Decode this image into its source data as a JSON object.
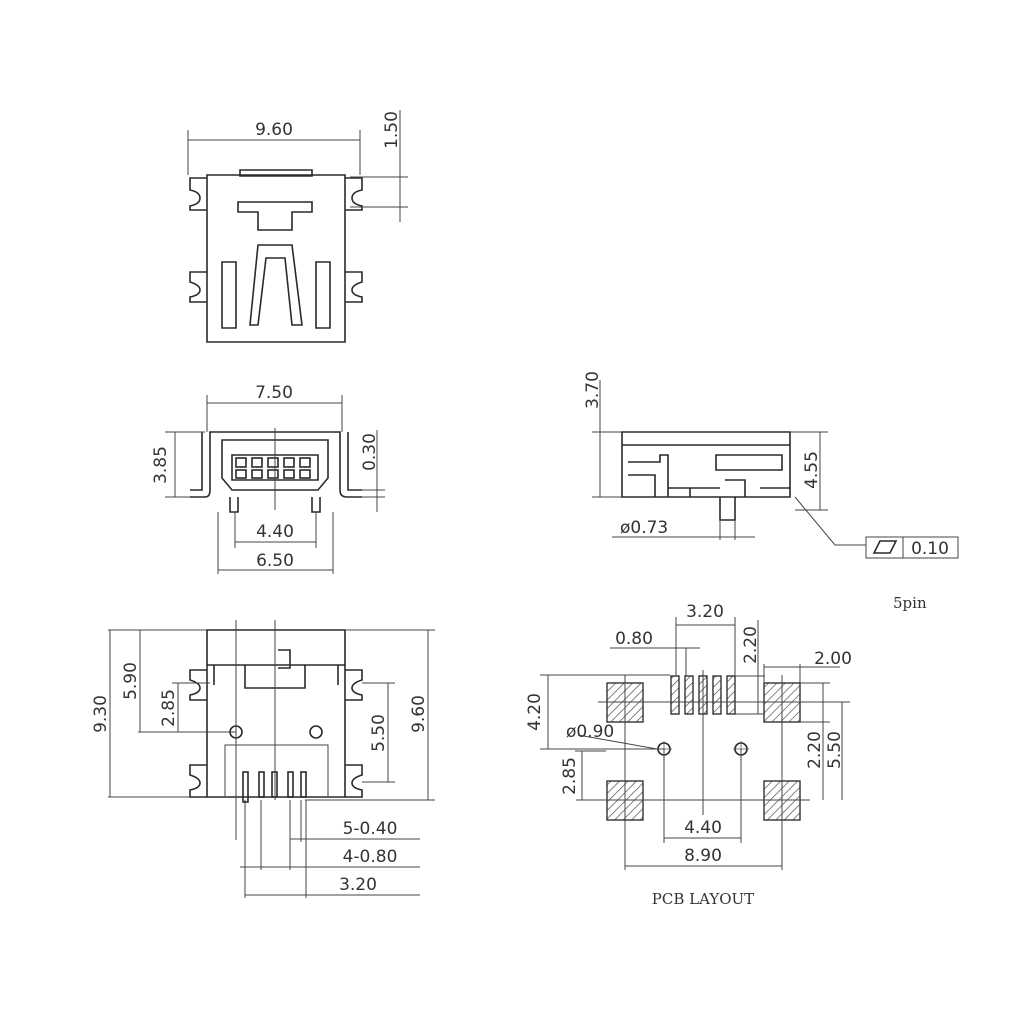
{
  "top_view": {
    "width": "9.60",
    "height": "1.50"
  },
  "front_view": {
    "width": "7.50",
    "height": "3.85",
    "offset": "0.30",
    "pin_span": "4.40",
    "post_span": "6.50"
  },
  "side_view": {
    "height": "3.70",
    "total_height": "4.55",
    "post_dia": "ø0.73",
    "flatness": "0.10",
    "pin_count": "5pin"
  },
  "bottom_view": {
    "length": "9.30",
    "body_to_hole": "5.90",
    "hole_offset": "2.85",
    "tab_span": "5.50",
    "total_length": "9.60",
    "pin_width": "5-0.40",
    "pin_pitch": "4-0.80",
    "pin_span": "3.20"
  },
  "pcb_layout": {
    "title": "PCB LAYOUT",
    "pad_span": "3.20",
    "pad_pitch": "0.80",
    "pad_length": "2.20",
    "tab_pad_width": "2.00",
    "pad_to_hole": "4.20",
    "hole_dia": "ø0.90",
    "tab_pad_height": "2.20",
    "tab_span": "5.50",
    "hole_to_tab": "2.85",
    "hole_span": "4.40",
    "outer_span": "8.90"
  }
}
